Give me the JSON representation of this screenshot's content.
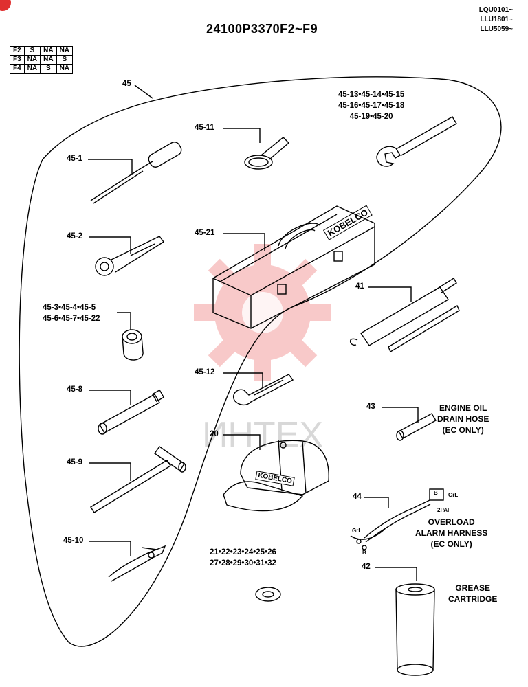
{
  "title": "24100P3370F2~F9",
  "serials": [
    "LQU0101~",
    "LLU1801~",
    "LLU5059~"
  ],
  "option_table": [
    [
      "F2",
      "S",
      "NA",
      "NA"
    ],
    [
      "F3",
      "NA",
      "NA",
      "S"
    ],
    [
      "F4",
      "NA",
      "S",
      "NA"
    ]
  ],
  "labels": {
    "p45": "45",
    "p45_1": "45-1",
    "p45_2": "45-2",
    "p45_3_line1": "45-3•45-4•45-5",
    "p45_3_line2": "45-6•45-7•45-22",
    "p45_8": "45-8",
    "p45_9": "45-9",
    "p45_10": "45-10",
    "p45_11": "45-11",
    "p45_13_line1": "45-13•45-14•45-15",
    "p45_13_line2": "45-16•45-17•45-18",
    "p45_13_line3": "45-19•45-20",
    "p45_21": "45-21",
    "p41": "41",
    "p45_12": "45-12",
    "p20": "20",
    "p43": "43",
    "p44": "44",
    "p42": "42",
    "p21_line1": "21•22•23•24•25•26",
    "p21_line2": "27•28•29•30•31•32"
  },
  "notes": {
    "engine_oil": [
      "ENGINE OIL",
      "DRAIN HOSE",
      "(EC ONLY)"
    ],
    "overload": [
      "OVERLOAD",
      "ALARM HARNESS",
      "(EC ONLY)"
    ],
    "grease": [
      "GREASE",
      "CARTRIDGE"
    ]
  },
  "brand": {
    "toolbox_logo": "KOBELCO",
    "cap_logo": "KOBELCO"
  },
  "harness_tags": {
    "b_top": "B",
    "grl_top": "GrL",
    "paf": "2PAF",
    "grl_left": "GrL",
    "b_bottom": "B"
  },
  "watermark": "ИНТЕХ",
  "colors": {
    "watermark": "#f6b8b8",
    "corner_badge": "#e03030",
    "line": "#000000"
  }
}
